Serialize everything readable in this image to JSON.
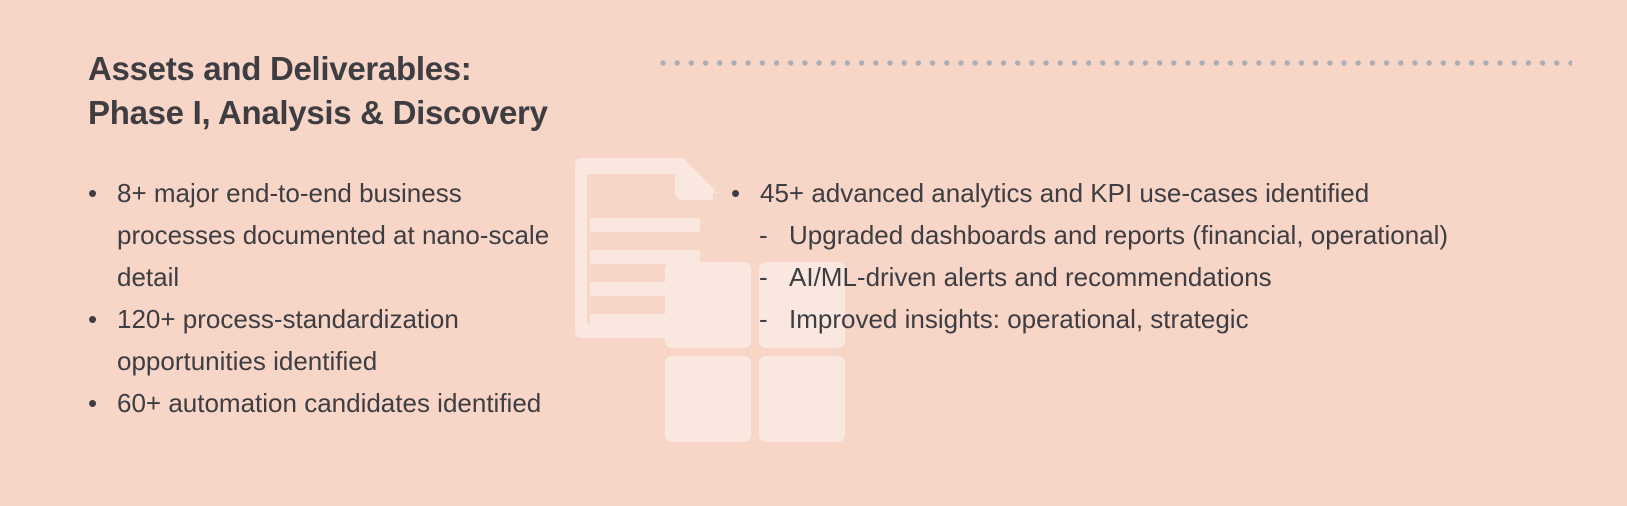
{
  "theme": {
    "background": "#f7d6c8",
    "text": "#3d3d42",
    "graphic_fill": "#fae8e0",
    "dot_color": "#a8adb8"
  },
  "heading": {
    "line1": "Assets and Deliverables:",
    "line2": "Phase I, Analysis & Discovery"
  },
  "decor": {
    "dotted_rule_name": "dotted-rule",
    "document_icon_name": "document-icon",
    "grid_squares_name": "grid-squares"
  },
  "left_column": {
    "bullet_mark": "•",
    "items": [
      {
        "text": "8+ major end-to-end business processes documented at nano-scale detail"
      },
      {
        "text": "120+ process-standardization opportunities identified"
      },
      {
        "text": "60+ automation candidates identified"
      }
    ]
  },
  "right_column": {
    "bullet_mark": "•",
    "sub_mark": "-",
    "items": [
      {
        "text": "45+ advanced analytics and KPI use-cases identified",
        "subitems": [
          {
            "text": "Upgraded dashboards and reports (financial, operational)"
          },
          {
            "text": "AI/ML-driven alerts and recommendations"
          },
          {
            "text": "Improved insights: operational, strategic"
          }
        ]
      }
    ]
  }
}
